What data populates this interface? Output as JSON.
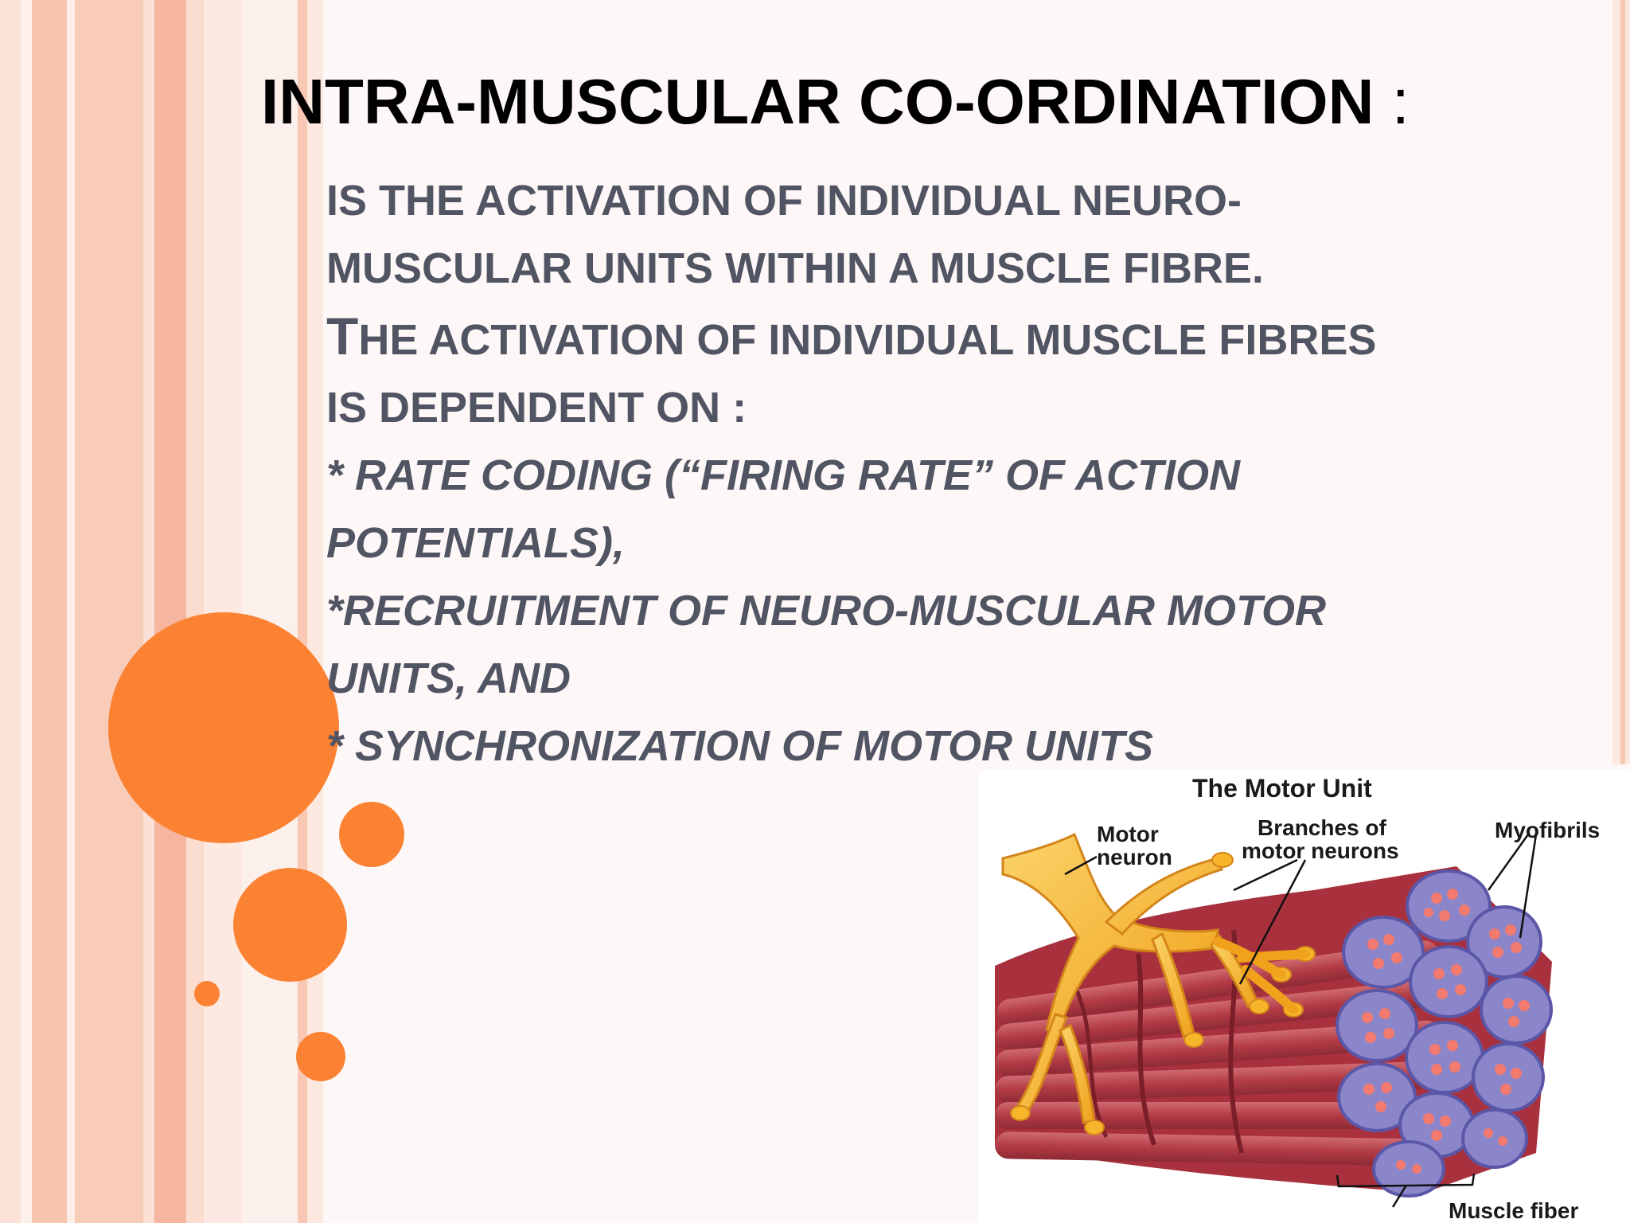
{
  "slide": {
    "title": {
      "main": "INTRA-MUSCULAR CO-ORDINATION",
      "colon": ":"
    },
    "body_lines": [
      {
        "text": "is the activation of individual neuro-",
        "italic": false
      },
      {
        "text": "muscular units within a muscle fibre.",
        "italic": false
      },
      {
        "first": "T",
        "rest": "he activation of individual muscle fibres",
        "italic": false
      },
      {
        "text": "is dependent on :",
        "italic": false
      },
      {
        "star": "* ",
        "text": "Rate coding (“firing rate” of action",
        "italic": true
      },
      {
        "text": "potentials),",
        "italic": true
      },
      {
        "star": "*",
        "text": "Recruitment of neuro-muscular motor",
        "italic": true
      },
      {
        "text": "units, and",
        "italic": true
      },
      {
        "star": "* ",
        "text": "Synchronization of motor units",
        "italic": true
      }
    ]
  },
  "figure": {
    "title": "The Motor Unit",
    "labels": {
      "motor_neuron_1": "Motor",
      "motor_neuron_2": "neuron",
      "branches_1": "Branches of",
      "branches_2": "motor neurons",
      "myofibrils": "Myofibrils",
      "muscle_fiber": "Muscle fiber"
    }
  },
  "colors": {
    "accent_orange": "#fb8233",
    "title_text": "#000000",
    "body_text": "#515463",
    "stripe_salmon": "#f6b59f",
    "stripe_light": "#fbe0d6",
    "muscle_red": "#b8434d",
    "neuron_yellow": "#f7b52b",
    "fascicle_purple": "#8a86c9"
  }
}
